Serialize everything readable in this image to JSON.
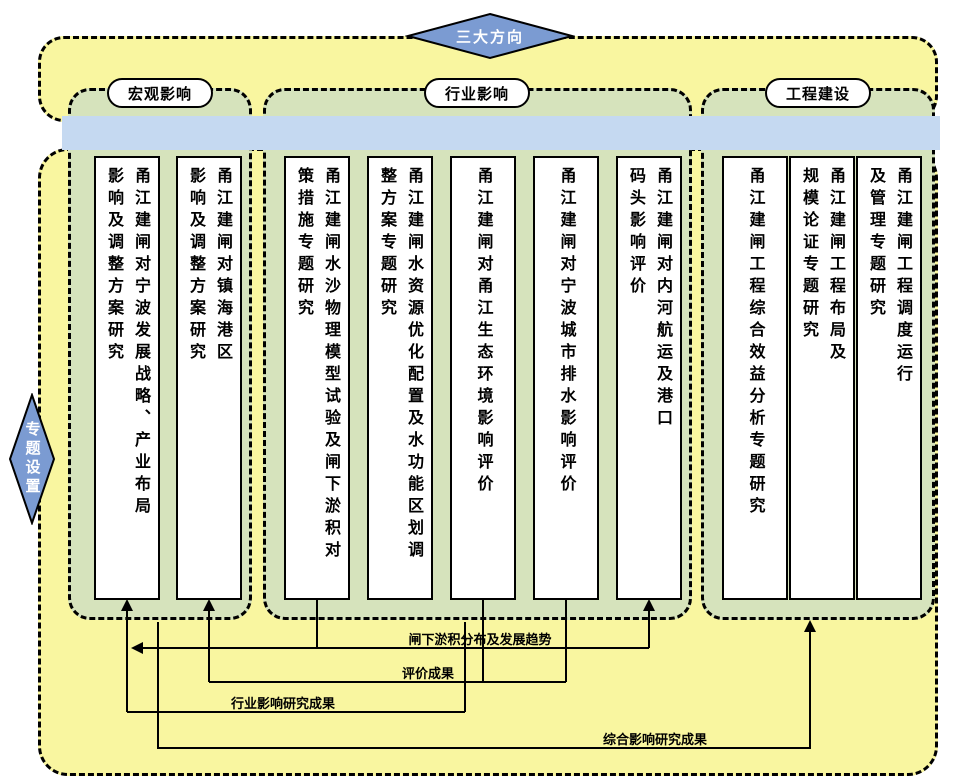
{
  "colors": {
    "background": "#ffffff",
    "panel_yellow": "#F9F6A0",
    "group_green": "#D6E3BC",
    "band_blue": "#C5D9F1",
    "diamond_blue": "#7B9BD2",
    "box_white": "#ffffff",
    "line_black": "#000000"
  },
  "top_diamond": {
    "label": "三大方向"
  },
  "left_diamond": {
    "label": "专题设置"
  },
  "groups": [
    {
      "label": "宏观影响",
      "boxes": [
        {
          "text": "甬江建闸对宁波发展战略、产业布局\n影响及调整方案研究"
        },
        {
          "text": "甬江建闸对镇海港区\n影响及调整方案研究"
        }
      ]
    },
    {
      "label": "行业影响",
      "boxes": [
        {
          "text": "甬江建闸水沙物理模型试验及闸下淤积对\n策措施专题研究"
        },
        {
          "text": "甬江建闸水资源优化配置及水功能区划调\n整方案专题研究"
        },
        {
          "text": "甬江建闸对甬江生态环境影响评价"
        },
        {
          "text": "甬江建闸对宁波城市排水影响评价"
        },
        {
          "text": "甬江建闸对内河航运及港口\n码头影响评价"
        }
      ]
    },
    {
      "label": "工程建设",
      "boxes": [
        {
          "text": "甬江建闸工程综合效益分析专题研究"
        },
        {
          "text": "甬江建闸工程布局及\n规模论证专题研究"
        },
        {
          "text": "甬江建闸工程调度运行\n及管理专题研究"
        }
      ]
    }
  ],
  "flow_labels": [
    {
      "text": "闸下淤积分布及发展趋势"
    },
    {
      "text": "评价成果"
    },
    {
      "text": "行业影响研究成果"
    },
    {
      "text": "综合影响研究成果"
    }
  ]
}
